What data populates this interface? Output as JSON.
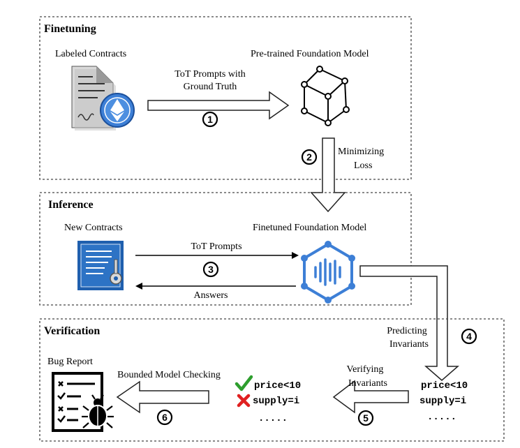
{
  "sections": {
    "finetuning": {
      "title": "Finetuning",
      "labeled_contracts": "Labeled Contracts",
      "pretrained_model": "Pre-trained Foundation Model",
      "arrow1_line1": "ToT Prompts with",
      "arrow1_line2": "Ground Truth",
      "arrow2_line1": "Minimizing",
      "arrow2_line2": "Loss"
    },
    "inference": {
      "title": "Inference",
      "new_contracts": "New Contracts",
      "finetuned_model": "Finetuned Foundation Model",
      "prompts": "ToT Prompts",
      "answers": "Answers"
    },
    "verification": {
      "title": "Verification",
      "predicting_line1": "Predicting",
      "predicting_line2": "Invariants",
      "verifying_line1": "Verifying",
      "verifying_line2": "Invariants",
      "bmc": "Bounded Model Checking",
      "bug_report": "Bug Report",
      "inv1": "price<10",
      "inv2": "supply=i",
      "ellipsis": ".....",
      "checked_inv1": "price<10",
      "checked_inv2": "supply=i",
      "checked_ellipsis": "....."
    }
  },
  "steps": [
    "1",
    "2",
    "3",
    "4",
    "5",
    "6"
  ],
  "colors": {
    "doc_blue": "#3d7fd6",
    "icon_blue": "#1f5fae",
    "check_green": "#2e9e2e",
    "cross_red": "#e02020"
  },
  "icons": [
    "document-ethereum-icon",
    "cube-network-icon",
    "contract-key-icon",
    "ai-hexagon-icon",
    "checklist-bug-icon",
    "check-icon",
    "cross-icon"
  ]
}
